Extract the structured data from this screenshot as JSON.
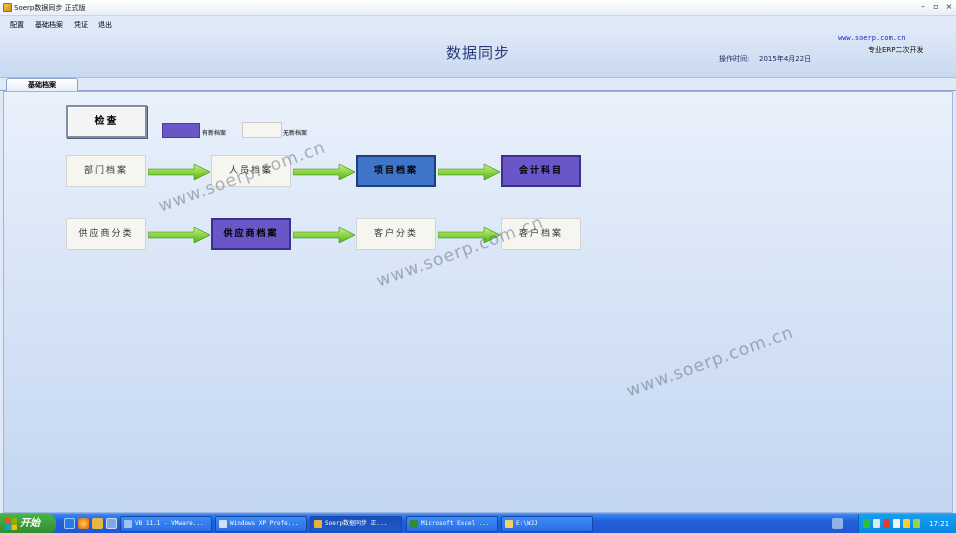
{
  "window": {
    "title": "Soerp数据同步 正式版",
    "minimize": "–",
    "close": "×"
  },
  "menu": [
    "配置",
    "基础档案",
    "凭证",
    "退出"
  ],
  "header": {
    "title": "数据同步",
    "op_time_label": "操作时间:",
    "op_time_value": "2015年4月22日",
    "site": "www.soerp.com.cn",
    "slogan": "专业ERP二次开发"
  },
  "tabs": [
    "基础档案"
  ],
  "main": {
    "check_button": "检查",
    "legend": {
      "new_label": "有新档案",
      "none_label": "无新档案",
      "new_color": "#6a56c6",
      "none_color": "#f6f5f0"
    },
    "row1": [
      {
        "label": "部门档案",
        "state": "none"
      },
      {
        "label": "人员档案",
        "state": "none"
      },
      {
        "label": "项目档案",
        "state": "blue"
      },
      {
        "label": "会计科目",
        "state": "new"
      }
    ],
    "row2": [
      {
        "label": "供应商分类",
        "state": "none"
      },
      {
        "label": "供应商档案",
        "state": "new"
      },
      {
        "label": "客户分类",
        "state": "none"
      },
      {
        "label": "客户档案",
        "state": "none"
      }
    ],
    "watermark": "www.soerp.com.cn"
  },
  "taskbar": {
    "start": "开始",
    "tasks": [
      "VB 11.1 - VMware...",
      "Windows XP Profe...",
      "Soerp数据同步 正...",
      "Microsoft Excel ...",
      "E:\\WJJ"
    ],
    "clock": "17:21"
  }
}
